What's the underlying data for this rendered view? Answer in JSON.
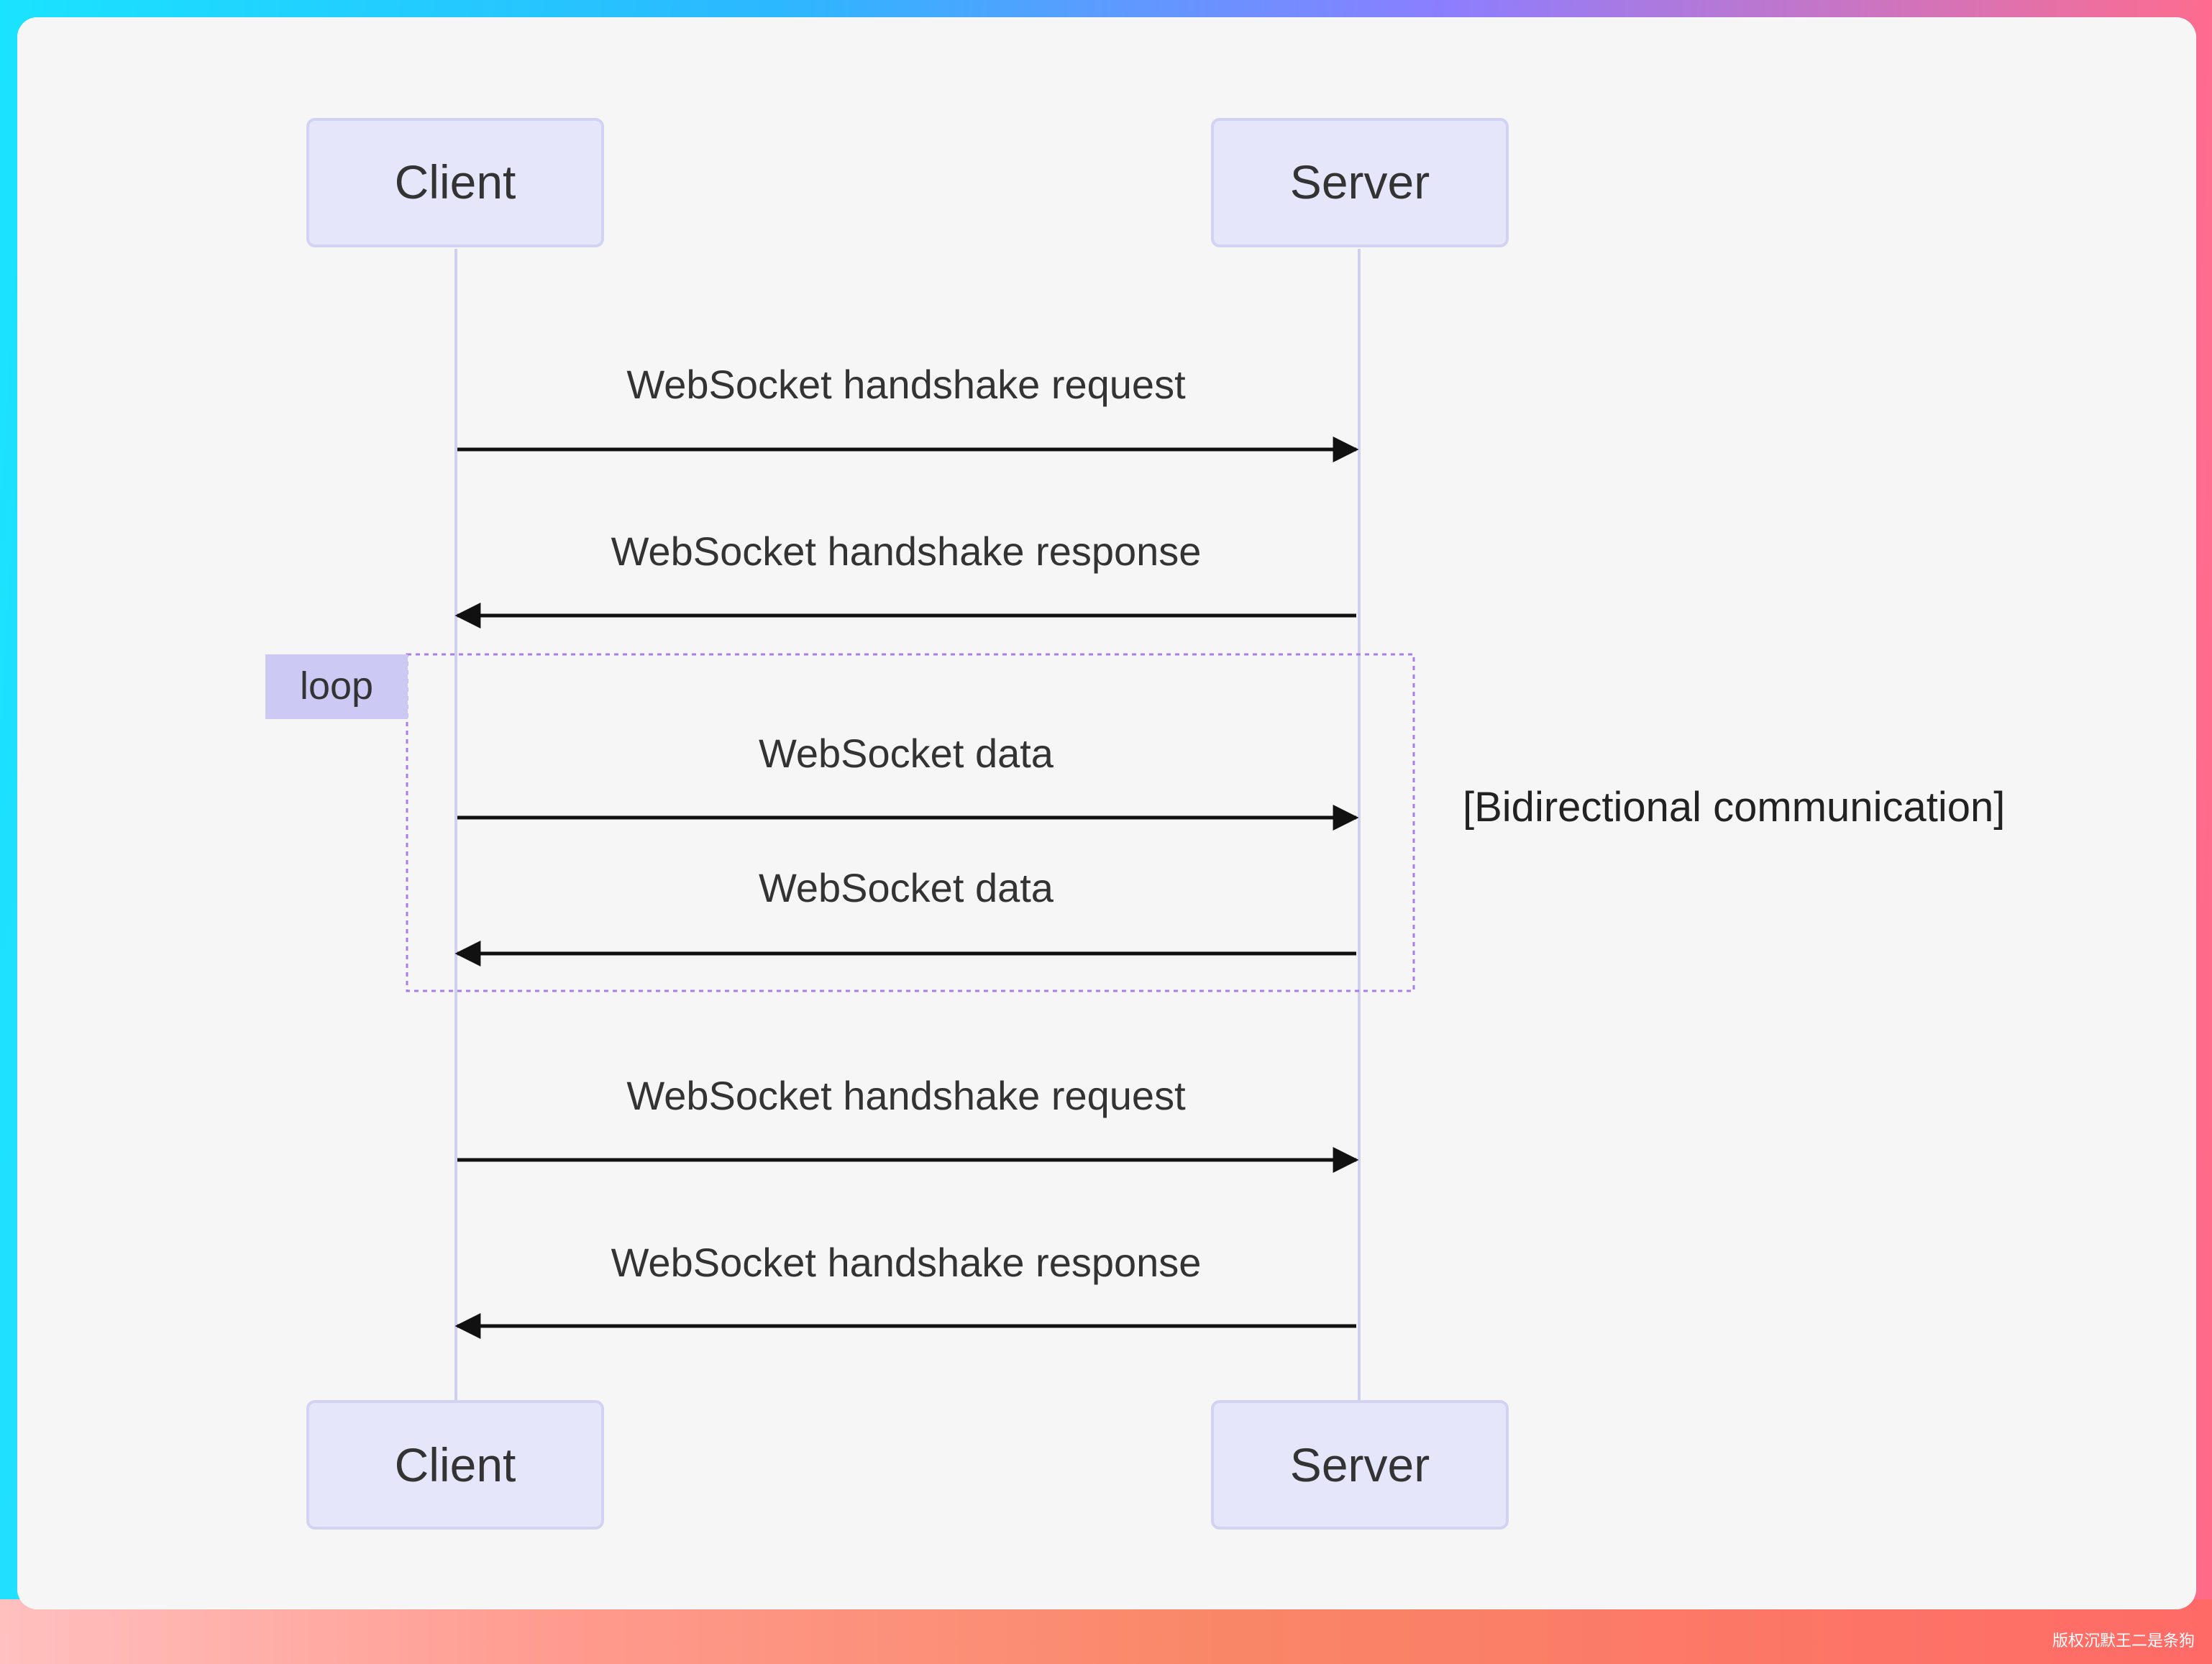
{
  "diagram": {
    "actors": {
      "client": "Client",
      "server": "Server"
    },
    "messages": [
      {
        "from": "client",
        "to": "server",
        "label": "WebSocket handshake request"
      },
      {
        "from": "server",
        "to": "client",
        "label": "WebSocket handshake response"
      },
      {
        "from": "client",
        "to": "server",
        "label": "WebSocket data"
      },
      {
        "from": "server",
        "to": "client",
        "label": "WebSocket data"
      },
      {
        "from": "client",
        "to": "server",
        "label": "WebSocket handshake request"
      },
      {
        "from": "server",
        "to": "client",
        "label": "WebSocket handshake response"
      }
    ],
    "loop": {
      "label": "loop",
      "condition": "[Bidirectional communication]"
    },
    "colors": {
      "actor_fill": "#e6e6fa",
      "actor_stroke": "#d2d2f2",
      "lifeline": "#cfcfee",
      "arrow": "#111111",
      "loop_label_fill": "#cccaf5",
      "loop_border": "#a87ee9"
    }
  },
  "watermark": "版权沉默王二是条狗"
}
